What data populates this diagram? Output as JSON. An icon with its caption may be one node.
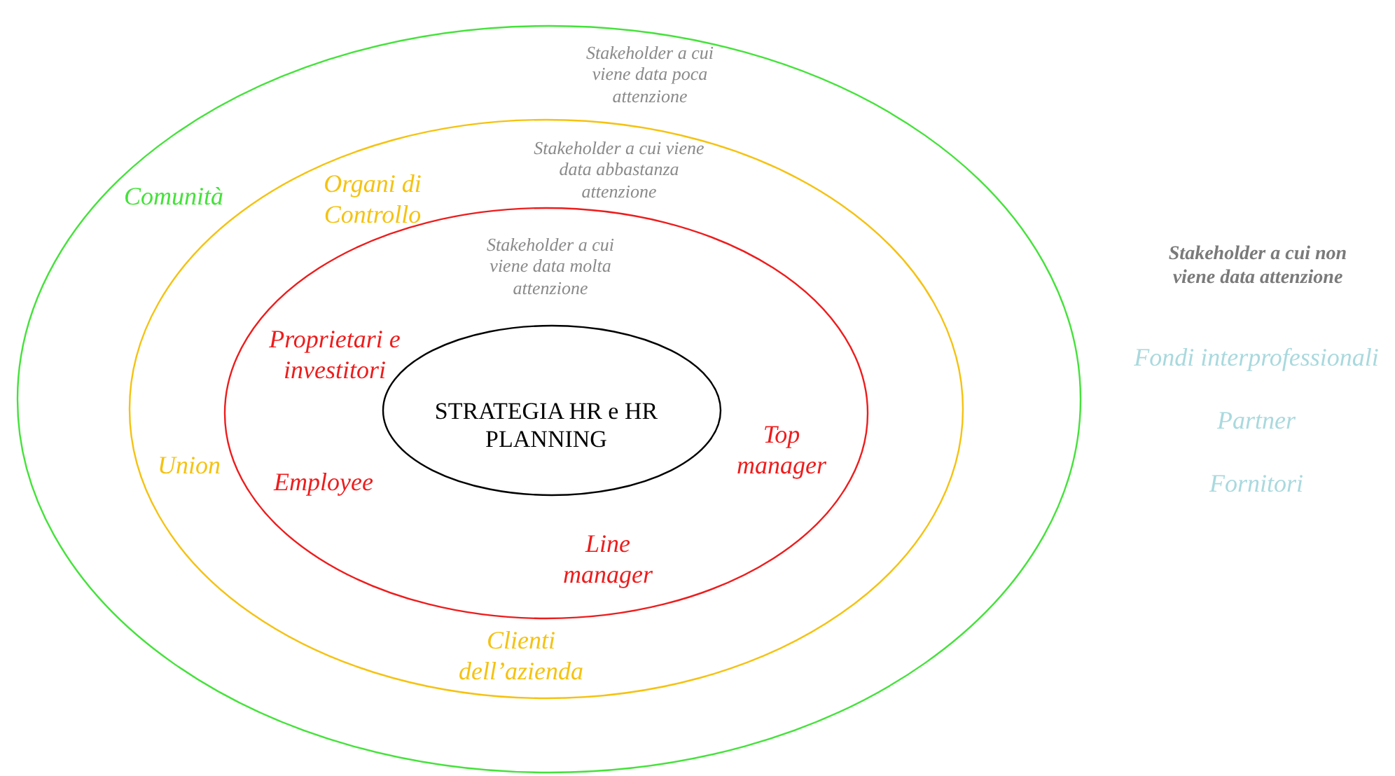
{
  "diagram": {
    "nodes": [
      {
        "text": [
          "Stakeholder a cui viene data poca attenzione",
          "Comunità"
        ]
      },
      {
        "text": [
          "Stakeholder a cui viene data abbastanza attenzione",
          "Organi di Controllo",
          "Union",
          "Clienti dell’azienda"
        ],
        "in": 0
      },
      {
        "text": [
          "Stakeholder a cui viene data molta attenzione",
          "Proprietari e investitori",
          "Employee",
          "Top manager",
          "Line manager"
        ],
        "in": 1
      },
      {
        "text": [
          "STRATEGIA HR e HR PLANNING"
        ],
        "in": 2
      }
    ],
    "labels": [
      "Stakeholder a cui non viene data attenzione",
      "Fondi interprofessionali",
      "Partner",
      "Fornitori"
    ]
  }
}
